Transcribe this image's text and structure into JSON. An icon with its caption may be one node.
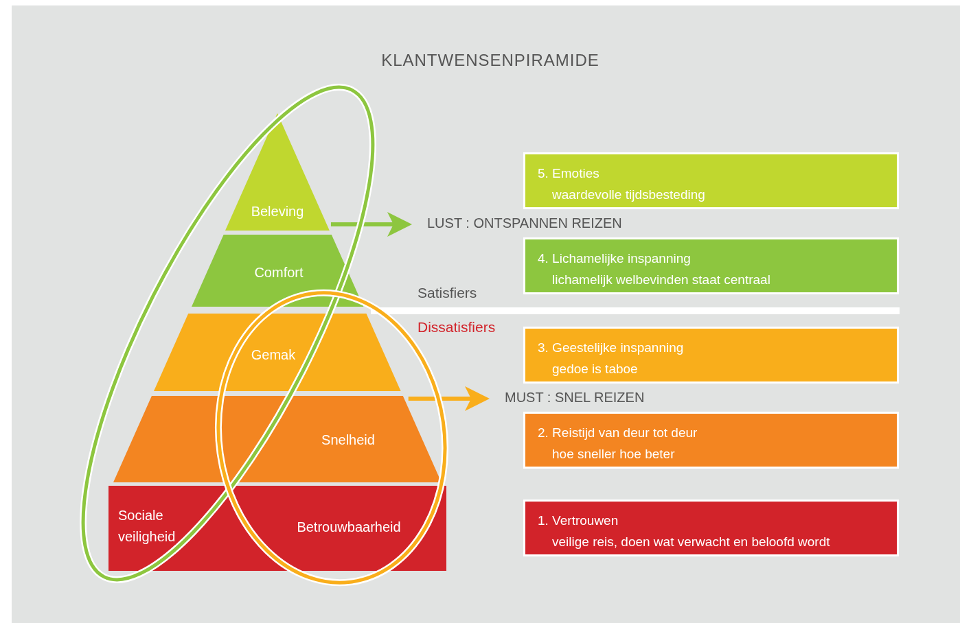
{
  "diagram": {
    "title": "KLANTWENSENPIRAMIDE",
    "nodes": [
      {
        "text": [
          "Beleving"
        ]
      },
      {
        "text": [
          "Comfort"
        ]
      },
      {
        "text": [
          "Gemak"
        ]
      },
      {
        "text": [
          "Snelheid"
        ]
      },
      {
        "text": [
          "Sociale veiligheid",
          "Betrouwbaarheid"
        ]
      },
      {
        "text": [
          "LUST : ONTSPANNEN REIZEN"
        ]
      },
      {
        "text": [
          "MUST : SNEL REIZEN"
        ]
      },
      {
        "text": [
          "5. Emoties",
          "waardevolle tijdsbesteding"
        ]
      },
      {
        "text": [
          "4. Lichamelijke inspanning",
          "lichamelijk welbevinden staat centraal"
        ]
      },
      {
        "text": [
          "3. Geestelijke inspanning",
          "gedoe is taboe"
        ]
      },
      {
        "text": [
          "2. Reistijd van deur tot deur",
          "hoe sneller hoe beter"
        ]
      },
      {
        "text": [
          "1. Vertrouwen",
          "veilige reis, doen wat verwacht en beloofd wordt"
        ]
      }
    ],
    "edges": [
      {
        "from": 0,
        "to": 5,
        "arrow": "to",
        "color": "#8dc63f"
      },
      {
        "from": 3,
        "to": 6,
        "arrow": "to",
        "color": "#f9ae1b"
      }
    ],
    "labels": [
      "Satisfiers",
      "Dissatisfiers"
    ]
  }
}
